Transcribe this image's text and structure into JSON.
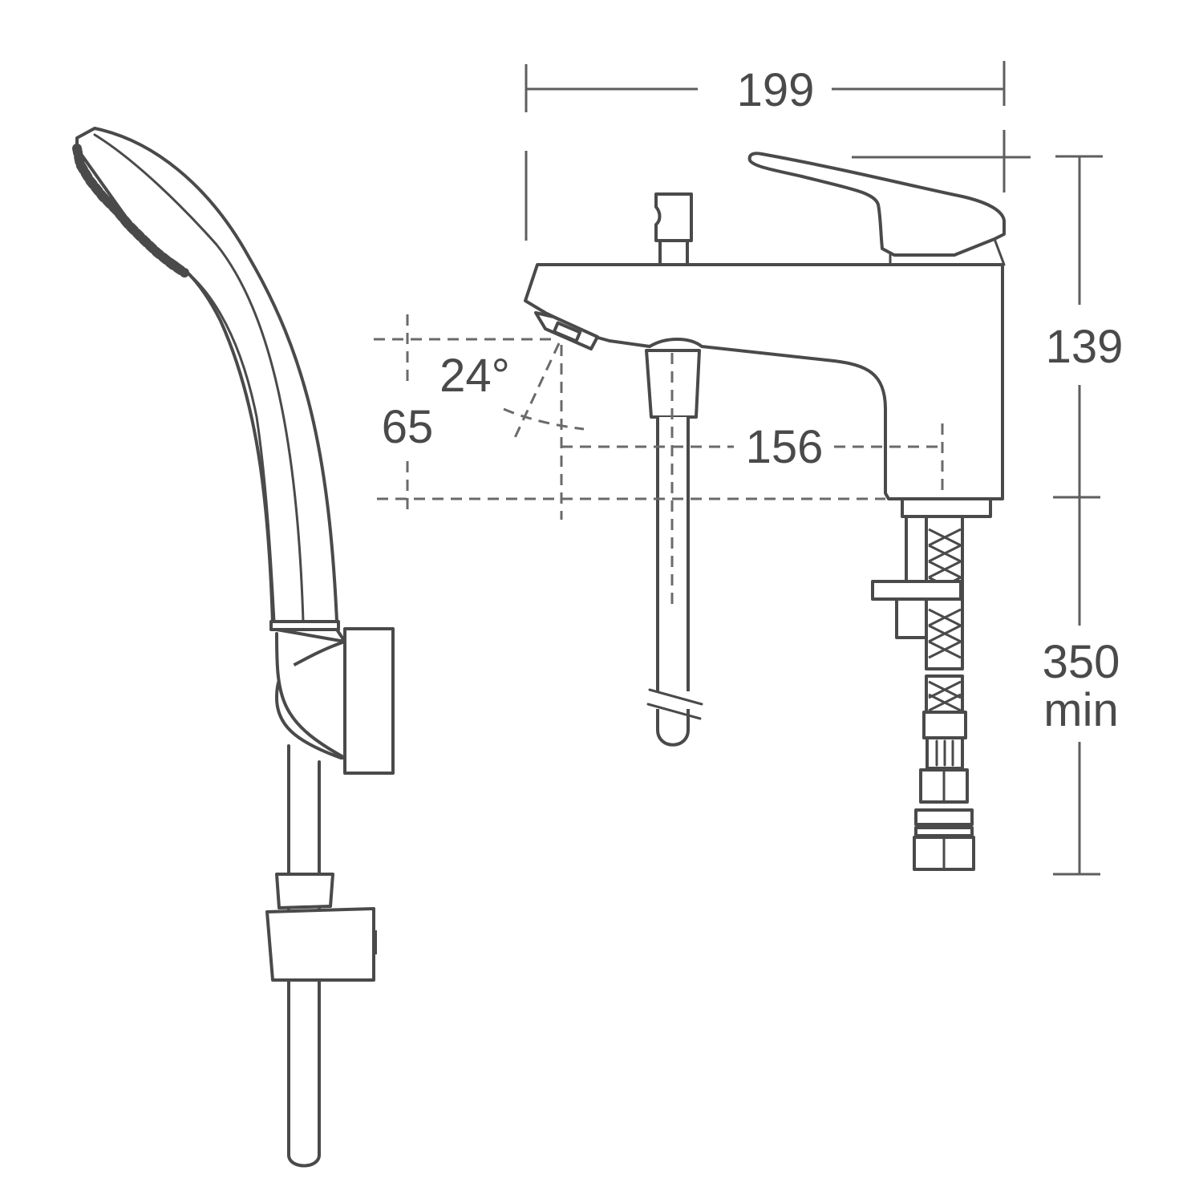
{
  "diagram": {
    "type": "technical-dimension-drawing",
    "subject": "bath shower mixer with handset and wall bracket",
    "line_color": "#4a4a4a",
    "background": "#ffffff",
    "components": [
      "shower-handset",
      "handset-holder",
      "slide-rail",
      "rail-bracket",
      "mixer-body",
      "lever-handle",
      "diverter-knob",
      "spout-outlet",
      "fixing-rod",
      "flexible-hose",
      "compression-fitting"
    ]
  },
  "dimensions": {
    "width": {
      "value": "199"
    },
    "height": {
      "value": "139"
    },
    "hose_length": {
      "value": "350",
      "suffix": "min"
    },
    "spout_reach": {
      "value": "156"
    },
    "spout_height": {
      "value": "65"
    },
    "spout_angle": {
      "value": "24°"
    }
  }
}
